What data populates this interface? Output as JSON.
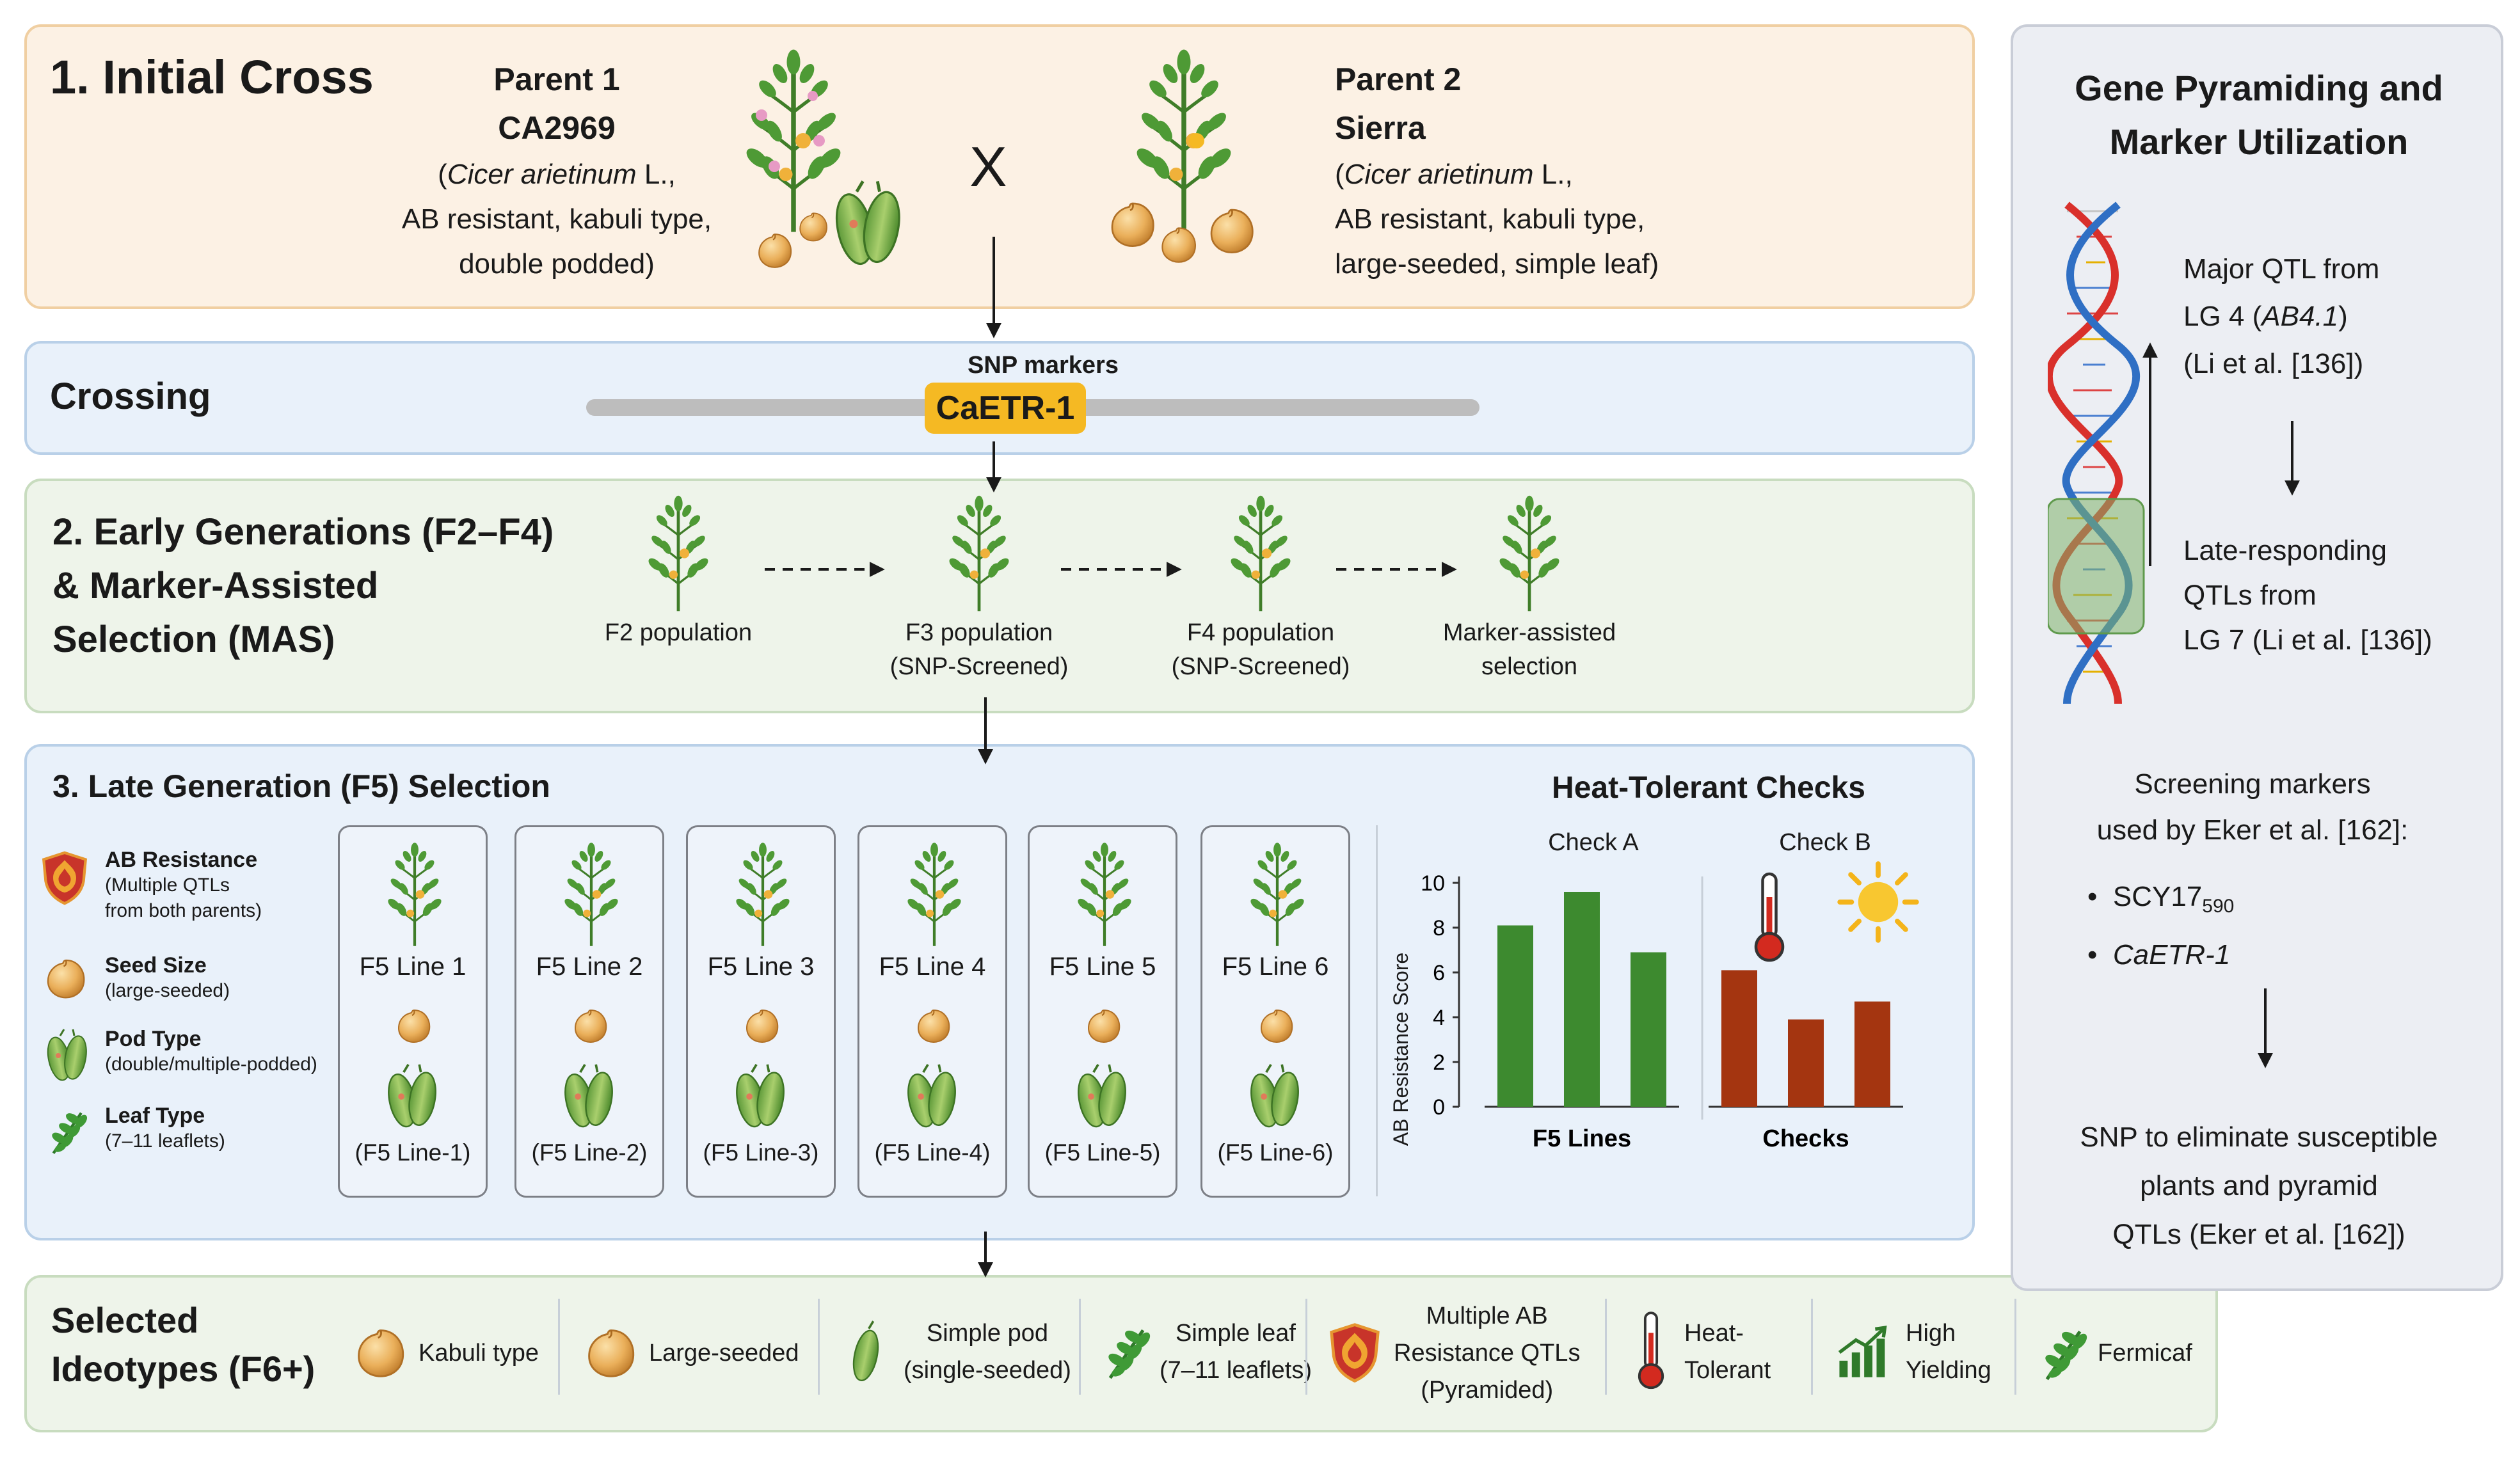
{
  "initial_cross": {
    "heading": "1. Initial Cross",
    "cross_symbol": "X",
    "parent1": {
      "name_line1": "Parent 1",
      "name_line2": "CA2969",
      "species": "Cicer arietinum",
      "desc_line1_suffix": " L.,",
      "desc_line2": "AB resistant, kabuli type,",
      "desc_line3": "double podded)"
    },
    "parent2": {
      "name_line1": "Parent 2",
      "name_line2": "Sierra",
      "species": "Cicer arietinum",
      "desc_line1_suffix": " L.,",
      "desc_line2": "AB resistant, kabuli type,",
      "desc_line3": "large-seeded, simple leaf)"
    }
  },
  "crossing": {
    "heading": "Crossing",
    "marker_label": "SNP markers",
    "marker_name": "CaETR-1",
    "marker_color": "#f5b923"
  },
  "early": {
    "heading_line1": "2.  Early Generations (F2–F4)",
    "heading_line2": "&  Marker-Assisted",
    "heading_line3": "Selection (MAS)",
    "stages": [
      {
        "line1": "F2 population",
        "line2": ""
      },
      {
        "line1": "F3 population",
        "line2": "(SNP-Screened)"
      },
      {
        "line1": "F4 population",
        "line2": "(SNP-Screened)"
      },
      {
        "line1": "Marker-assisted",
        "line2": "selection"
      }
    ]
  },
  "late": {
    "heading": "3.  Late Generation (F5) Selection",
    "legend": [
      {
        "icon": "shield-icon",
        "title": "AB Resistance",
        "sub1": "(Multiple QTLs",
        "sub2": "from both parents)"
      },
      {
        "icon": "seed-icon",
        "title": "Seed Size",
        "sub1": "(large-seeded)",
        "sub2": ""
      },
      {
        "icon": "pod-icon",
        "title": "Pod Type",
        "sub1": "(double/multiple-podded)",
        "sub2": ""
      },
      {
        "icon": "leaf-icon",
        "title": "Leaf Type",
        "sub1": "(7–11 leaflets)",
        "sub2": ""
      }
    ],
    "lines": [
      {
        "name": "F5 Line 1",
        "code": "(F5 Line-1)"
      },
      {
        "name": "F5 Line 2",
        "code": "(F5 Line-2)"
      },
      {
        "name": "F5 Line 3",
        "code": "(F5 Line-3)"
      },
      {
        "name": "F5 Line 4",
        "code": "(F5 Line-4)"
      },
      {
        "name": "F5 Line 5",
        "code": "(F5 Line-5)"
      },
      {
        "name": "F5 Line 6",
        "code": "(F5 Line-6)"
      }
    ]
  },
  "chart_data": {
    "type": "bar",
    "title": "Heat-Tolerant Checks",
    "ylabel": "AB Resistance Score",
    "ylim": [
      0,
      10
    ],
    "yticks": [
      "0",
      "2",
      "4",
      "6",
      "8",
      "10"
    ],
    "column_labels": [
      "Check A",
      "Check B"
    ],
    "groups": [
      {
        "label": "F5 Lines",
        "color": "#3d8a2f",
        "values": [
          8.1,
          9.6,
          6.9
        ]
      },
      {
        "label": "Checks",
        "color": "#a43510",
        "values": [
          6.1,
          3.9,
          4.7
        ]
      }
    ]
  },
  "sidebar": {
    "title_line1": "Gene Pyramiding and",
    "title_line2": "Marker Utilization",
    "qtl_major_line1": "Major QTL from",
    "qtl_major_line2_prefix": "LG 4 (",
    "qtl_major_line2_italic": "AB4.1",
    "qtl_major_line2_suffix": ")",
    "qtl_major_line3": "(Li et al. [136])",
    "qtl_late_line1": "Late-responding",
    "qtl_late_line2": "QTLs from",
    "qtl_late_line3": "LG 7 (Li et al. [136])",
    "screening_line1": "Screening markers",
    "screening_line2": "used by Eker et al. [162]:",
    "marker1_base": "SCY17",
    "marker1_sub": "590",
    "marker2": "CaETR-1",
    "snp_line1": "SNP to eliminate susceptible",
    "snp_line2": "plants and pyramid",
    "snp_line3": "QTLs (Eker et al. [162])"
  },
  "selected": {
    "heading_line1": "Selected",
    "heading_line2": "Ideotypes (F6+)",
    "traits": [
      {
        "icon": "seed-icon",
        "line1": "Kabuli type",
        "line2": "",
        "line3": ""
      },
      {
        "icon": "seed-icon",
        "line1": "Large-seeded",
        "line2": "",
        "line3": ""
      },
      {
        "icon": "pod-icon",
        "line1": "Simple pod",
        "line2": "(single-seeded)",
        "line3": ""
      },
      {
        "icon": "leaf-icon",
        "line1": "Simple leaf",
        "line2": "(7–11 leaflets)",
        "line3": ""
      },
      {
        "icon": "shield-icon",
        "line1": "Multiple AB",
        "line2": "Resistance QTLs",
        "line3": "(Pyramided)"
      },
      {
        "icon": "thermometer-icon",
        "line1": "Heat-",
        "line2": "Tolerant",
        "line3": ""
      },
      {
        "icon": "growth-chart-icon",
        "line1": "High",
        "line2": "Yielding",
        "line3": ""
      },
      {
        "icon": "leaf-icon",
        "line1": "Fermicaf",
        "line2": "",
        "line3": ""
      }
    ]
  }
}
